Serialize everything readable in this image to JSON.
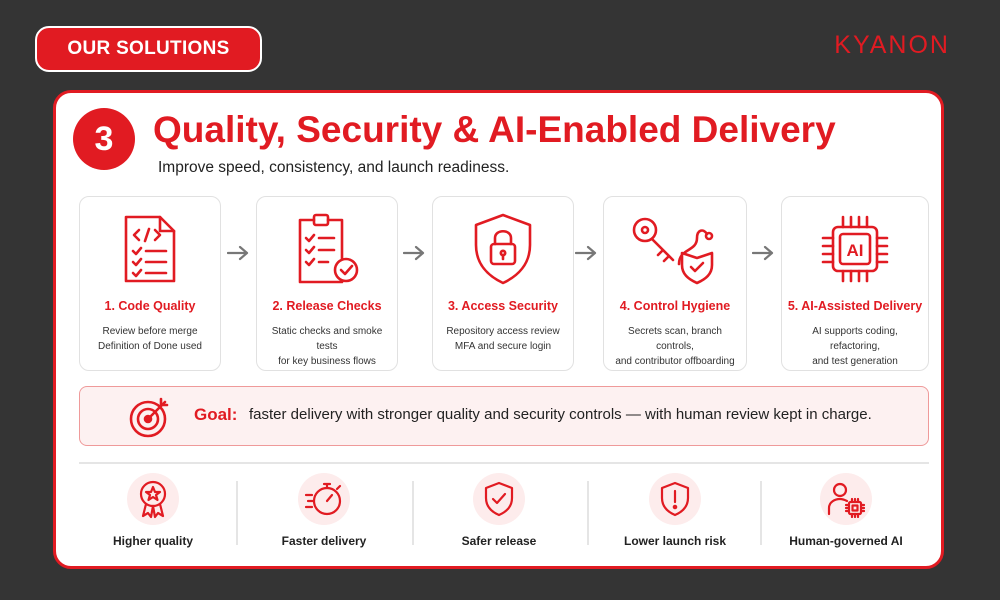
{
  "header": {
    "section_label": "OUR SOLUTIONS",
    "brand": "KYANON"
  },
  "card": {
    "number": "3",
    "title": "Quality, Security & AI-Enabled Delivery",
    "subtitle": "Improve speed, consistency, and launch readiness."
  },
  "steps": [
    {
      "icon": "code-document-checklist-icon",
      "title": "1. Code Quality",
      "desc_lines": [
        "Review before merge",
        "Definition of Done used"
      ]
    },
    {
      "icon": "clipboard-check-icon",
      "title": "2. Release Checks",
      "desc_lines": [
        "Static checks and smoke tests",
        "for key business flows"
      ]
    },
    {
      "icon": "shield-lock-icon",
      "title": "3. Access Security",
      "desc_lines": [
        "Repository access review",
        "MFA and secure login"
      ]
    },
    {
      "icon": "key-shield-icon",
      "title": "4. Control Hygiene",
      "desc_lines": [
        "Secrets scan, branch controls,",
        "and contributor offboarding"
      ]
    },
    {
      "icon": "ai-chip-icon",
      "title": "5. AI-Assisted Delivery",
      "desc_lines": [
        "AI supports coding, refactoring,",
        "and test generation"
      ]
    }
  ],
  "goal": {
    "icon": "target-icon",
    "label": "Goal:",
    "text": "faster delivery with stronger quality and security controls — with human review kept in charge."
  },
  "benefits": [
    {
      "icon": "award-ribbon-icon",
      "label": "Higher quality"
    },
    {
      "icon": "stopwatch-icon",
      "label": "Faster delivery"
    },
    {
      "icon": "shield-check-icon",
      "label": "Safer release"
    },
    {
      "icon": "shield-alert-icon",
      "label": "Lower launch risk"
    },
    {
      "icon": "person-chip-icon",
      "label": "Human-governed AI"
    }
  ],
  "colors": {
    "accent": "#e11b22",
    "background": "#343434",
    "card": "#ffffff",
    "goal_bg": "#fdf1f1"
  }
}
